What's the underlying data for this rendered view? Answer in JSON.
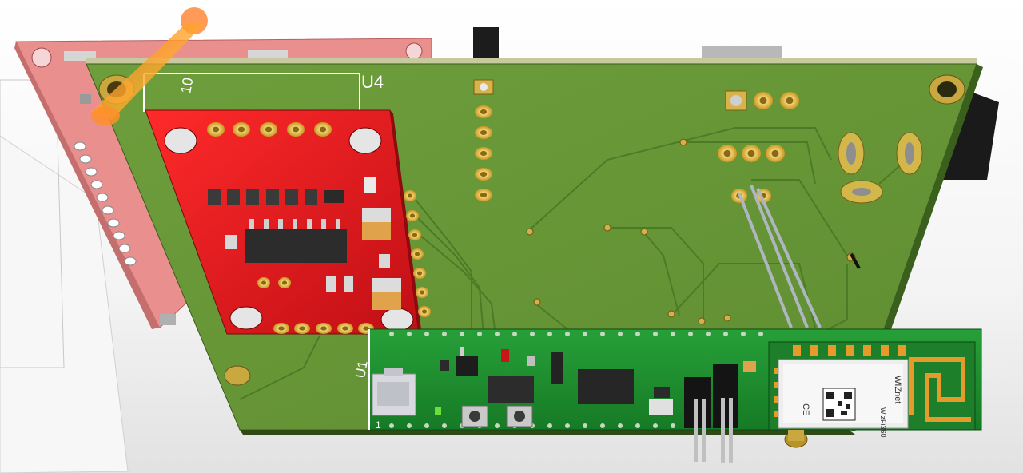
{
  "viewer": {
    "board_colors": {
      "main_pcb": "#6b9a3a",
      "main_pcb_dark": "#4f7a27",
      "lcd_pcb": "#e88f8f",
      "motor_driver_pcb": "#d8141b",
      "mcu_pcb": "#1f8a2e",
      "pad_gold": "#d4a93a",
      "trace": "#3f6b20",
      "light_cone": "#f7a02a"
    },
    "silkscreen": {
      "u4": "U4",
      "u1": "U1",
      "pin10": "10",
      "pin1": "1"
    },
    "wifi_module": {
      "brand": "WIZnet",
      "model": "WizFi360",
      "ce": "CE"
    },
    "icons": [
      "light-source-icon"
    ]
  }
}
